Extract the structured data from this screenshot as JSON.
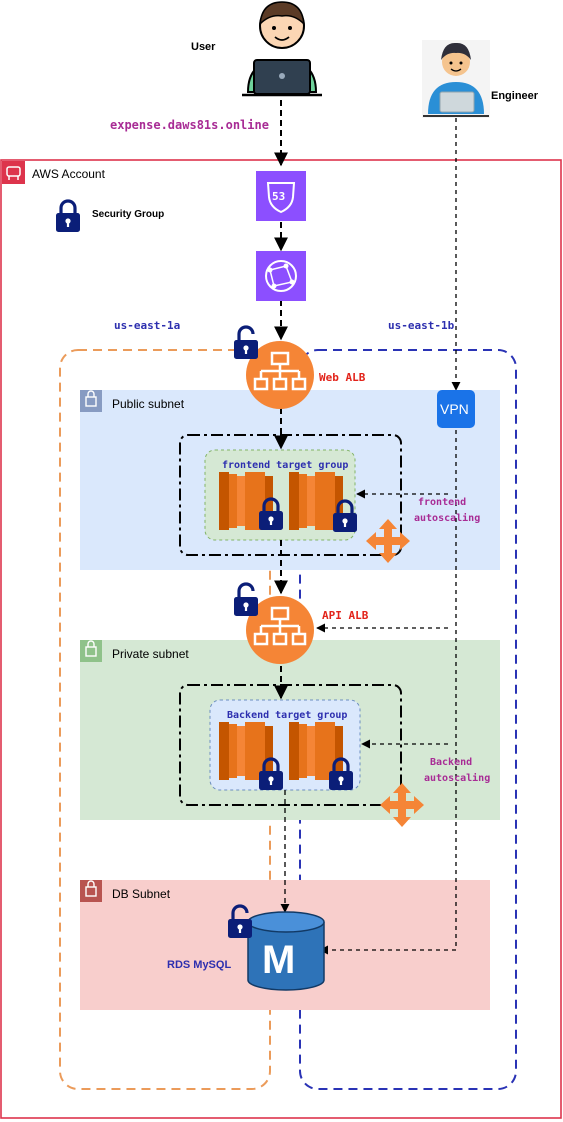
{
  "labels": {
    "user": "User",
    "engineer": "Engineer",
    "domain": "expense.daws81s.online",
    "aws_account": "AWS Account",
    "security_group": "Security Group",
    "az_a": "us-east-1a",
    "az_b": "us-east-1b",
    "public_subnet": "Public subnet",
    "private_subnet": "Private subnet",
    "db_subnet": "DB Subnet",
    "web_alb": "Web ALB",
    "api_alb": "API ALB",
    "vpn": "VPN",
    "route53": "53",
    "frontend_tg": "frontend target group",
    "backend_tg": "Backend target group",
    "frontend_autoscaling_1": "frontend",
    "frontend_autoscaling_2": "autoscaling",
    "backend_autoscaling_1": "Backend",
    "backend_autoscaling_2": "autoscaling",
    "rds": "RDS MySQL",
    "rds_glyph": "M"
  },
  "colors": {
    "aws_border": "#dd344c",
    "orange": "#f58536",
    "ec2": "#e7731b",
    "purple": "#8c4fff",
    "lock": "#0b1e78",
    "az_a_border": "#eb9b5a",
    "az_b_border": "#2a33b5",
    "public_bg": "#dae8fc",
    "private_bg": "#d5e8d4",
    "db_bg": "#f8cecc",
    "tg_front_bg": "#d5e8d4",
    "tg_back_bg": "#dae8fc",
    "magenta_text": "#a82c95",
    "red_text": "#e2231a",
    "blue_text": "#2d2faf",
    "vpn": "#1a73e8",
    "rds_blue": "#2e73b8"
  },
  "icons": {
    "user": "laptop-user-icon",
    "engineer": "engineer-icon",
    "route53": "route53-icon",
    "cloudfront": "cloudfront-icon",
    "alb": "load-balancer-icon",
    "ec2": "ec2-instance-icon",
    "autoscaling": "autoscaling-icon",
    "lock": "lock-icon",
    "vpn": "vpn-gateway-icon",
    "rds": "rds-database-icon"
  }
}
